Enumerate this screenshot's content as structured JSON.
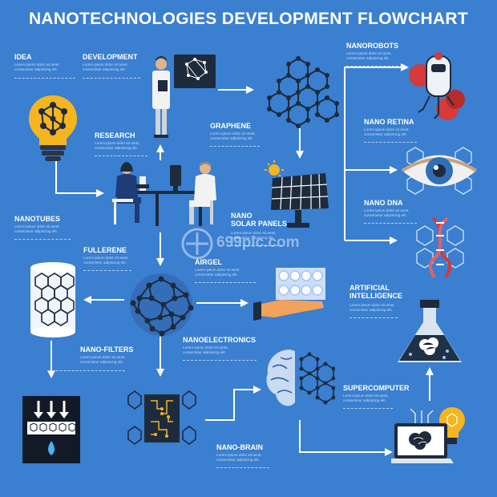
{
  "title": "NANOTECHNOLOGIES DEVELOPMENT FLOWCHART",
  "lorem": "Lorem ipsum dolor sit amet, consectetur adipiscing elit.",
  "watermark": "699pic.com",
  "colors": {
    "background": "#3a7fd0",
    "arrow": "#ffffff",
    "dark": "#1e2b3c",
    "accent_yellow": "#f5b51f",
    "accent_red": "#d63a3a"
  },
  "nodes": [
    {
      "id": "idea",
      "label": "IDEA"
    },
    {
      "id": "development",
      "label": "DEVELOPMENT"
    },
    {
      "id": "research",
      "label": "RESEARCH"
    },
    {
      "id": "graphene",
      "label": "GRAPHENE"
    },
    {
      "id": "nanorobots",
      "label": "NANOROBOTS"
    },
    {
      "id": "nano_retina",
      "label": "NANO RETINA"
    },
    {
      "id": "nano_dna",
      "label": "NANO DNA"
    },
    {
      "id": "nano_solar_panels",
      "label": "NANO\nSOLAR PANELS"
    },
    {
      "id": "nanotubes",
      "label": "NANOTUBES"
    },
    {
      "id": "fullerene",
      "label": "FULLERENE"
    },
    {
      "id": "airgel",
      "label": "AIRGEL"
    },
    {
      "id": "artificial_intelligence",
      "label": "ARTIFICIAL\nINTELLIGENCE"
    },
    {
      "id": "nano_filters",
      "label": "NANO-FILTERS"
    },
    {
      "id": "nanoelectronics",
      "label": "NANOELECTRONICS"
    },
    {
      "id": "supercomputer",
      "label": "SUPERCOMPUTER"
    },
    {
      "id": "nano_brain",
      "label": "NANO-BRAIN"
    }
  ]
}
